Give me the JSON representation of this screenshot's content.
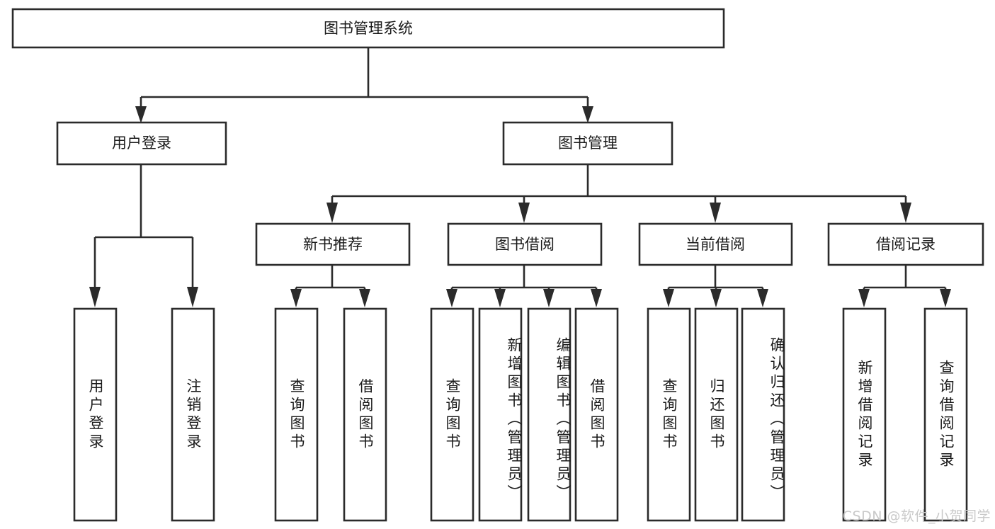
{
  "diagram": {
    "type": "hierarchy-tree",
    "title": "图书管理系统",
    "watermark": "CSDN @软件_小贺同学",
    "colors": {
      "stroke": "#2b2b2b",
      "fill": "#ffffff",
      "text": "#1a1a1a",
      "watermark": "#c9c9c9"
    },
    "root": {
      "label": "图书管理系统"
    },
    "level2": [
      {
        "label": "用户登录"
      },
      {
        "label": "图书管理"
      }
    ],
    "level3": [
      {
        "label": "新书推荐"
      },
      {
        "label": "图书借阅"
      },
      {
        "label": "当前借阅"
      },
      {
        "label": "借阅记录"
      }
    ],
    "leaves": {
      "user_login": [
        {
          "label": "用户登录"
        },
        {
          "label": "注销登录"
        }
      ],
      "new_book_recommend": [
        {
          "label": "查询图书"
        },
        {
          "label": "借阅图书"
        }
      ],
      "book_borrow": [
        {
          "label": "查询图书"
        },
        {
          "label": "新增图书（管理员）"
        },
        {
          "label": "编辑图书（管理员）"
        },
        {
          "label": "借阅图书"
        }
      ],
      "current_borrow": [
        {
          "label": "查询图书"
        },
        {
          "label": "归还图书"
        },
        {
          "label": "确认归还（管理员）"
        }
      ],
      "borrow_record": [
        {
          "label": "新增借阅记录"
        },
        {
          "label": "查询借阅记录"
        }
      ]
    }
  }
}
